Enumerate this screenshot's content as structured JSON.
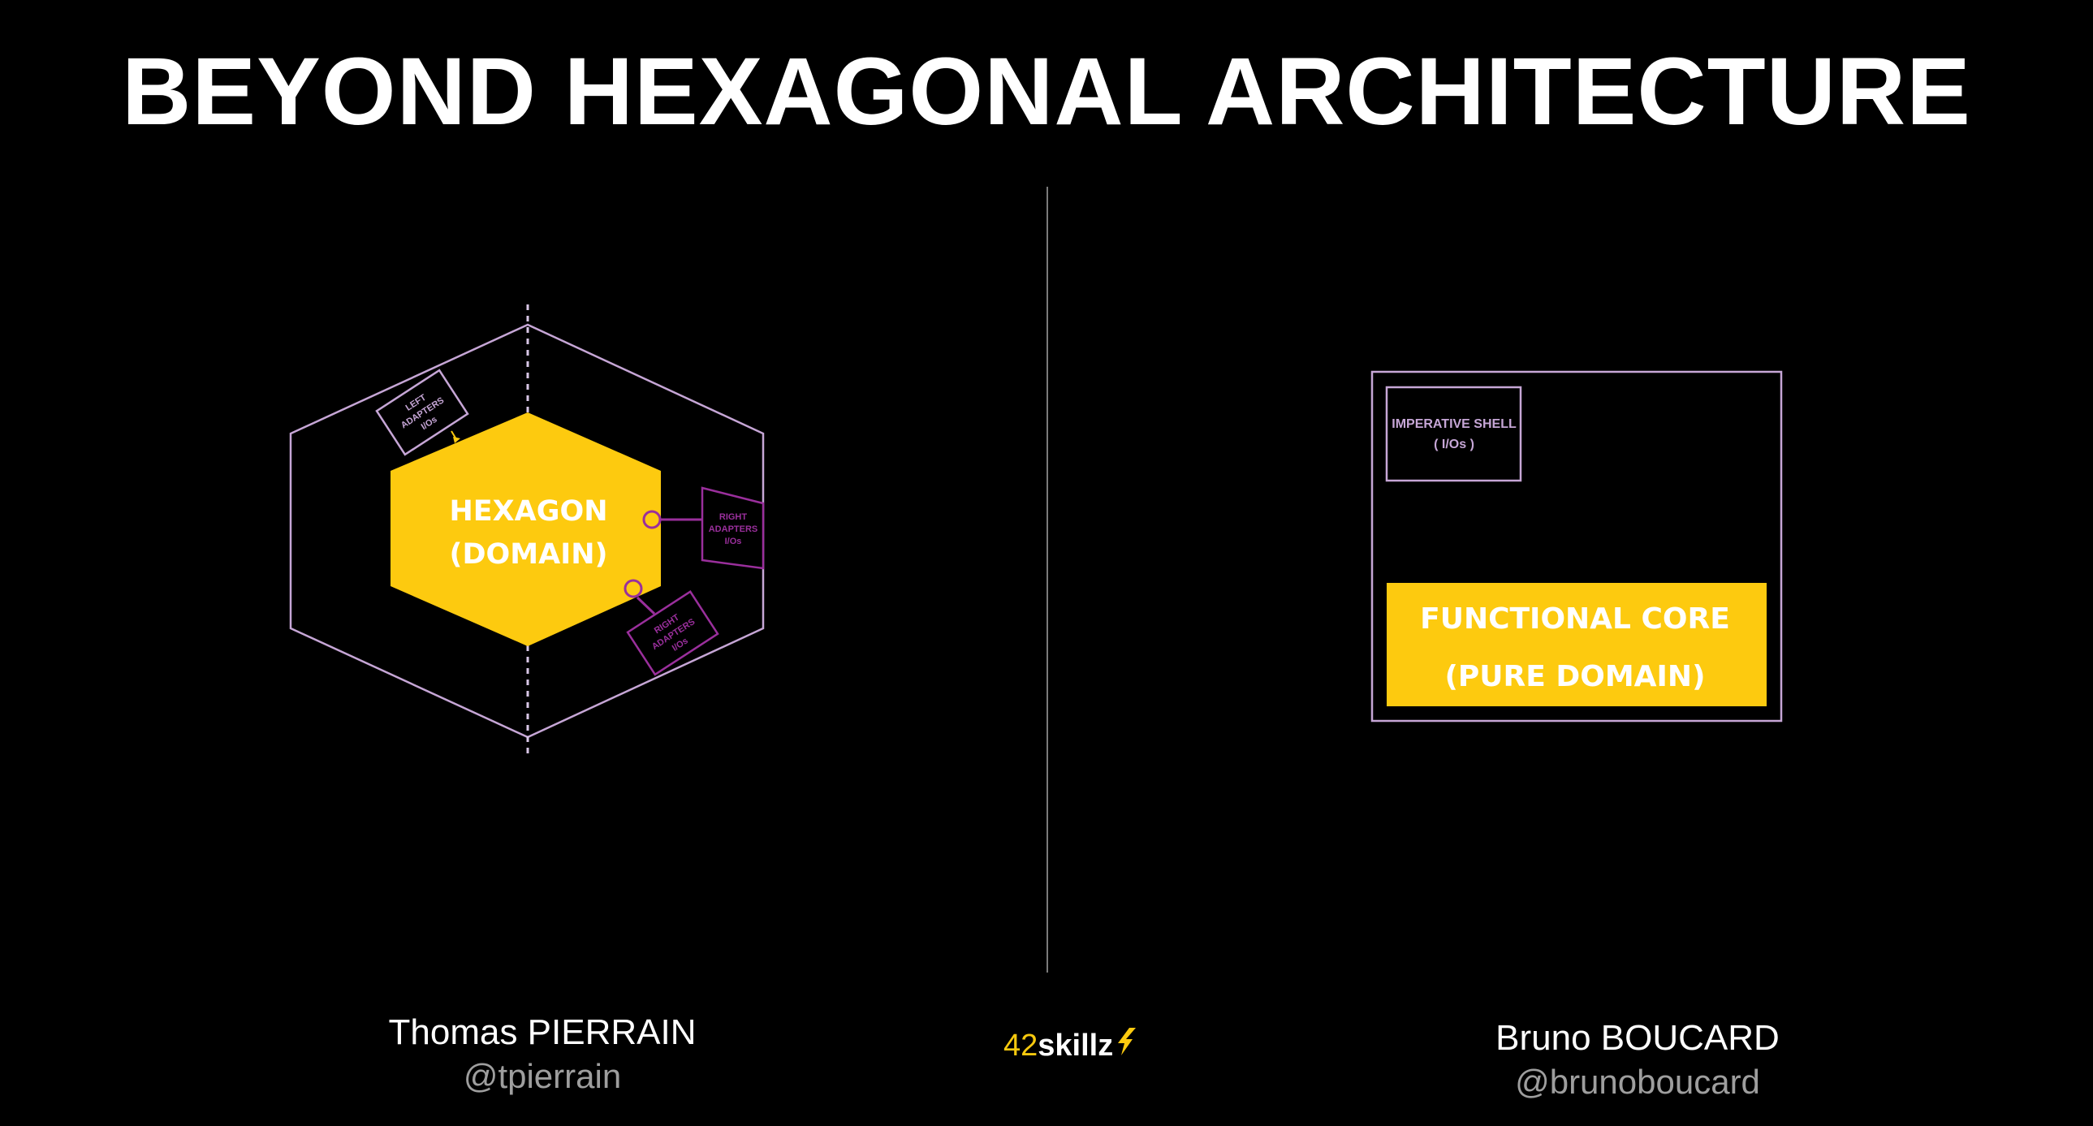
{
  "slide": {
    "title": "BEYOND HEXAGONAL ARCHITECTURE"
  },
  "left_diagram": {
    "hexagon_line1": "HEXAGON",
    "hexagon_line2": "(DOMAIN)",
    "left_adapters": [
      "LEFT",
      "ADAPTERS",
      "I/Os"
    ],
    "right_adapters_1": [
      "RIGHT",
      "ADAPTERS",
      "I/Os"
    ],
    "right_adapters_2": [
      "RIGHT",
      "ADAPTERS",
      "I/Os"
    ]
  },
  "right_diagram": {
    "shell_line1": "IMPERATIVE SHELL",
    "shell_line2": "( I/Os )",
    "core_line1": "FUNCTIONAL CORE",
    "core_line2": "(PURE DOMAIN)"
  },
  "authors": {
    "left_name": "Thomas PIERRAIN",
    "left_handle": "@tpierrain",
    "right_name": "Bruno BOUCARD",
    "right_handle": "@brunoboucard"
  },
  "brand": {
    "number": "42",
    "word": "skillz"
  },
  "colors": {
    "background": "#000000",
    "accent_yellow": "#fdca0f",
    "outline_lilac": "#c6a6d6",
    "adapter_purple": "#9a2f9c",
    "handle_gray": "#9e9e9e"
  }
}
